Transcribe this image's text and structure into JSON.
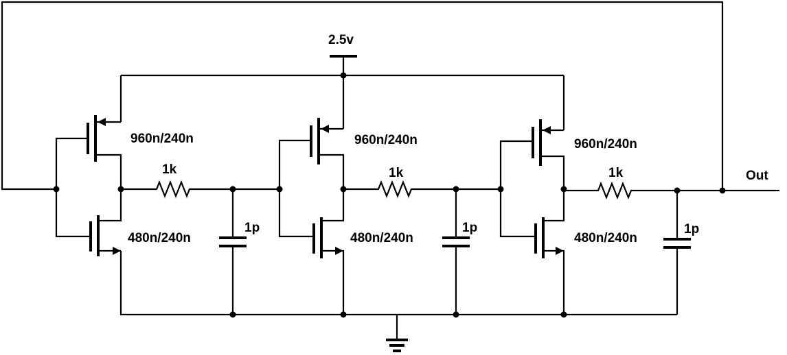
{
  "supply_label": "2.5v",
  "output_label": "Out",
  "stages": [
    {
      "pmos_size": "960n/240n",
      "nmos_size": "480n/240n",
      "resistor": "1k",
      "capacitor": "1p"
    },
    {
      "pmos_size": "960n/240n",
      "nmos_size": "480n/240n",
      "resistor": "1k",
      "capacitor": "1p"
    },
    {
      "pmos_size": "960n/240n",
      "nmos_size": "480n/240n",
      "resistor": "1k",
      "capacitor": "1p"
    }
  ]
}
